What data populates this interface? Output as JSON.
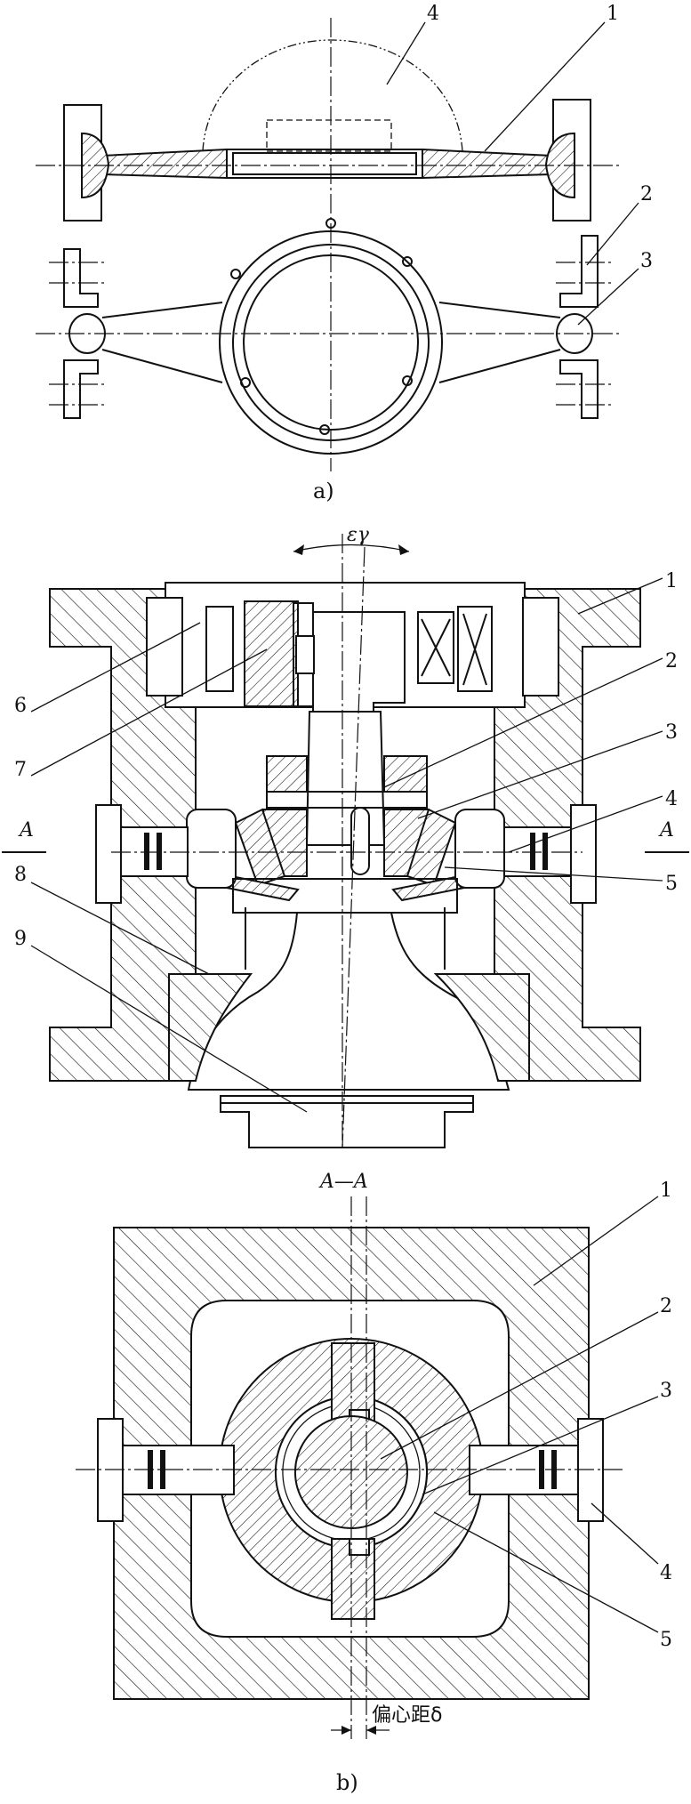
{
  "figure_a": {
    "caption": "a)",
    "labels": [
      "4",
      "1",
      "2",
      "3"
    ]
  },
  "figure_b": {
    "caption": "b)",
    "angle_label": "εγ",
    "section_mark": "A",
    "section_title": "A—A",
    "eccentricity_label": "偏心距δ",
    "labels": [
      "1",
      "2",
      "3",
      "4",
      "5",
      "6",
      "7",
      "8",
      "9"
    ],
    "section_labels": [
      "1",
      "2",
      "3",
      "4",
      "5"
    ]
  }
}
